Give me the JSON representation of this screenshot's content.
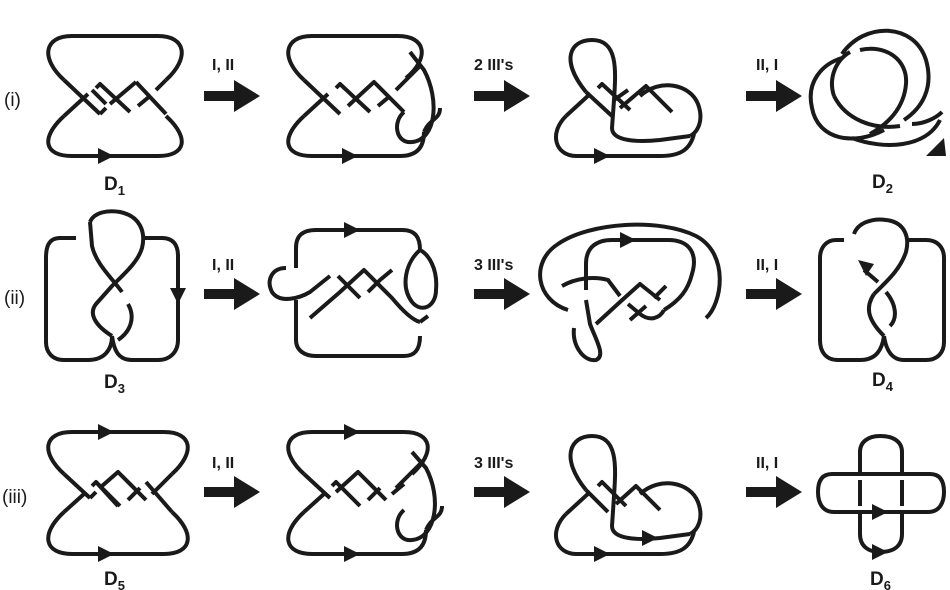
{
  "figure": {
    "rows": [
      {
        "label": "(i)",
        "moves": [
          "I, II",
          "2 III's",
          "II, I"
        ],
        "left_diagram": {
          "letter": "D",
          "sub": "1"
        },
        "right_diagram": {
          "letter": "D",
          "sub": "2"
        }
      },
      {
        "label": "(ii)",
        "moves": [
          "I, II",
          "3 III's",
          "II, I"
        ],
        "left_diagram": {
          "letter": "D",
          "sub": "3"
        },
        "right_diagram": {
          "letter": "D",
          "sub": "4"
        }
      },
      {
        "label": "(iii)",
        "moves": [
          "I, II",
          "3 III's",
          "II, I"
        ],
        "left_diagram": {
          "letter": "D",
          "sub": "5"
        },
        "right_diagram": {
          "letter": "D",
          "sub": "6"
        }
      }
    ]
  },
  "colors": {
    "ink": "#1a1a1a",
    "background": "#ffffff"
  }
}
